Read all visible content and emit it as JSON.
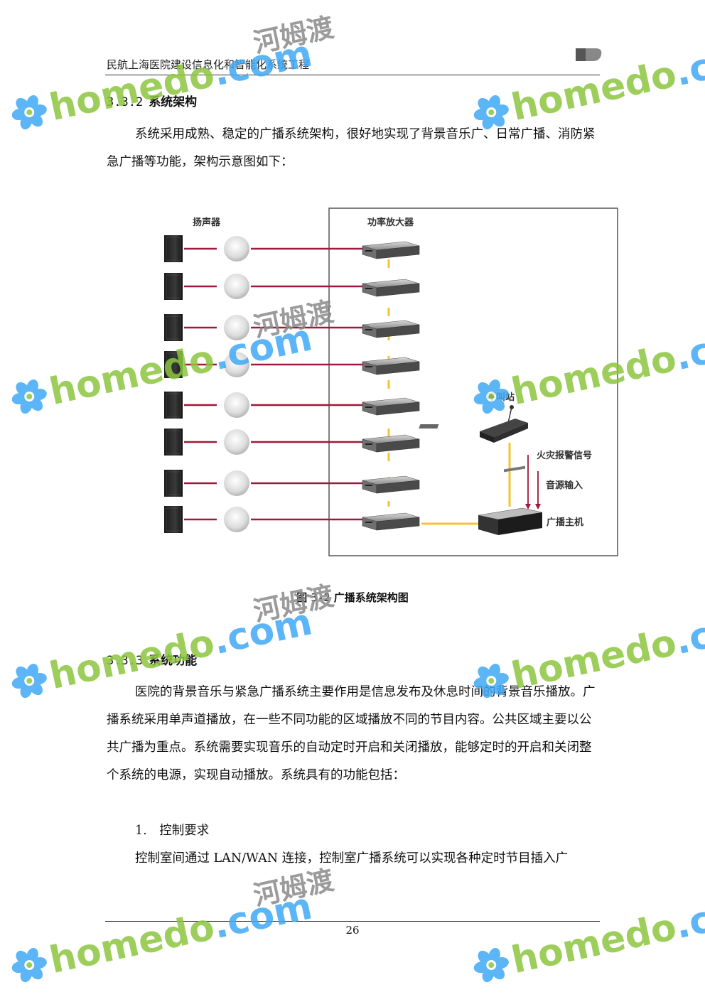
{
  "header": {
    "title": "民航上海医院建设信息化和智能化系统工程"
  },
  "section1": {
    "number": "3.3.2",
    "title": "系统架构"
  },
  "para1": "系统采用成熟、稳定的广播系统架构，很好地实现了背景音乐广、日常广播、消防紧急广播等功能，架构示意图如下：",
  "figure": {
    "label_speakers": "扬声器",
    "label_amplifiers": "功率放大器",
    "label_call_station": "呼叫站",
    "label_fire_alarm": "火灾报警信号",
    "label_audio_input": "音源输入",
    "label_host": "广播主机"
  },
  "caption": {
    "prefix": "图",
    "number": "3-2",
    "text": "广播系统架构图"
  },
  "section2": {
    "number": "3.3.3",
    "title": "系统功能"
  },
  "para2": "医院的背景音乐与紧急广播系统主要作用是信息发布及休息时间的背景音乐播放。广播系统采用单声道播放，在一些不同功能的区域播放不同的节目内容。公共区域主要以公共广播为重点。系统需要实现音乐的自动定时开启和关闭播放，能够定时的开启和关闭整个系统的电源，实现自动播放。系统具有的功能包括：",
  "list_item1": "1.　控制要求",
  "para3": "控制室间通过 LAN/WAN 连接，控制室广播系统可以实现各种定时节目插入广",
  "footer": {
    "page_number": "26"
  },
  "watermark": {
    "brand": "homedo",
    "tld": ".com",
    "chinese": "河姆渡",
    "green": "#8cc63f",
    "blue": "#3fa9f5"
  }
}
